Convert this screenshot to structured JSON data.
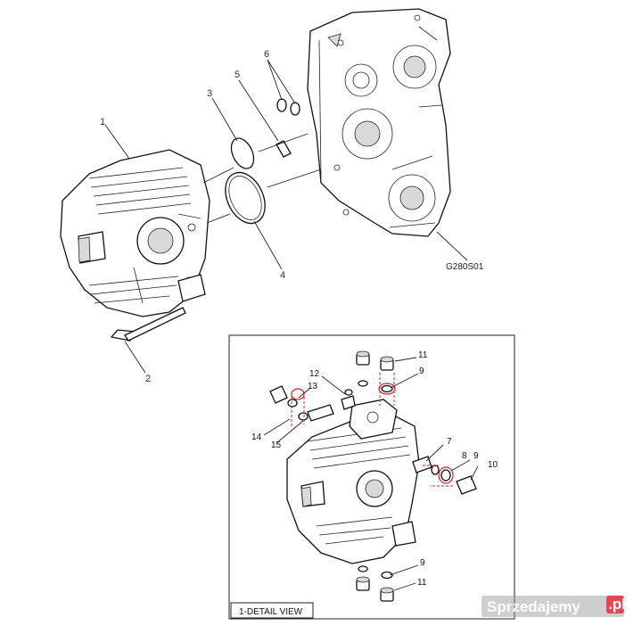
{
  "labels": {
    "main": [
      "1",
      "2",
      "3",
      "4",
      "5",
      "6"
    ],
    "ref_code": "G280S01",
    "detail": [
      "7",
      "8",
      "9",
      "9",
      "9",
      "10",
      "11",
      "11",
      "12",
      "13",
      "14",
      "15"
    ],
    "detail_view_title": "1-DETAIL VIEW"
  },
  "watermark": {
    "text": "Sprzedajemy",
    "suffix": ".pl",
    "accent_color": "#e4323c"
  },
  "icons": [
    "transmission-pump-icon",
    "gearbox-housing-icon",
    "o-ring-icon",
    "bolt-icon",
    "dowel-pin-icon",
    "plug-icon",
    "washer-icon"
  ]
}
